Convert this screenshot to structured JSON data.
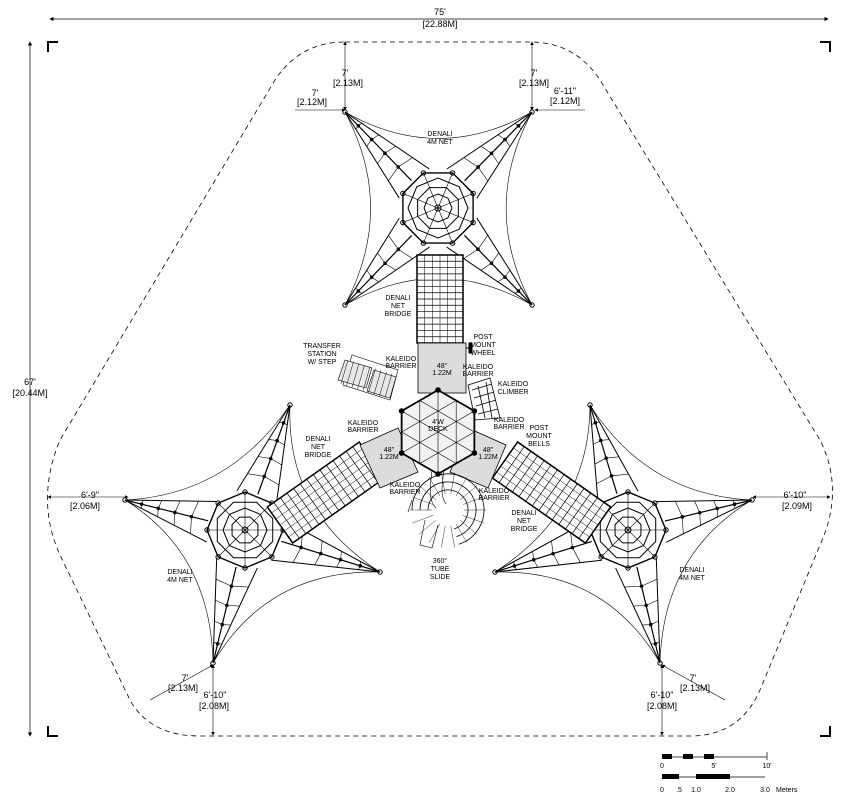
{
  "dimensions": {
    "overall_width": {
      "imperial": "75'",
      "metric": "[22.88M]"
    },
    "overall_depth": {
      "imperial": "67'",
      "metric": "[20.44M]"
    },
    "top_left": {
      "imperial": "7'",
      "metric": "[2.12M]"
    },
    "top_mid_left": {
      "imperial": "7'",
      "metric": "[2.13M]"
    },
    "top_mid_right": {
      "imperial": "7'",
      "metric": "[2.13M]"
    },
    "top_right": {
      "imperial": "6'-11\"",
      "metric": "[2.12M]"
    },
    "left": {
      "imperial": "6'-9\"",
      "metric": "[2.06M]"
    },
    "right": {
      "imperial": "6'-10\"",
      "metric": "[2.09M]"
    },
    "bottom_left_outer": {
      "imperial": "7'",
      "metric": "[2.13M]"
    },
    "bottom_left_inner": {
      "imperial": "6'-10\"",
      "metric": "[2.08M]"
    },
    "bottom_right_outer": {
      "imperial": "7'",
      "metric": "[2.13M]"
    },
    "bottom_right_inner": {
      "imperial": "6'-10\"",
      "metric": "[2.08M]"
    }
  },
  "labels": {
    "net_top": [
      "DENALI",
      "4M NET"
    ],
    "net_left": [
      "DENALI",
      "4M NET"
    ],
    "net_right": [
      "DENALI",
      "4M NET"
    ],
    "bridge_top": [
      "DENALI",
      "NET",
      "BRIDGE"
    ],
    "bridge_left": [
      "DENALI",
      "NET",
      "BRIDGE"
    ],
    "bridge_right": [
      "DENALI",
      "NET",
      "BRIDGE"
    ],
    "transfer": [
      "TRANSFER",
      "STATION",
      "W/ STEP"
    ],
    "post_wheel": [
      "POST",
      "MOUNT",
      "WHEEL"
    ],
    "post_bells": [
      "POST",
      "MOUNT",
      "BELLS"
    ],
    "climber": [
      "KALEIDO",
      "CLIMBER"
    ],
    "barrier_1": [
      "KALEIDO",
      "BARRIER"
    ],
    "barrier_2": [
      "KALEIDO",
      "BARRIER"
    ],
    "barrier_3": [
      "KALEIDO",
      "BARRIER"
    ],
    "barrier_4": [
      "KALEIDO",
      "BARRIER"
    ],
    "barrier_5": [
      "KALEIDO",
      "BARRIER"
    ],
    "barrier_6": [
      "KALEIDO",
      "BARRIER"
    ],
    "deck_top": [
      "48\"",
      "1.22M"
    ],
    "deck_left": [
      "48\"",
      "1.22M"
    ],
    "deck_right": [
      "48\"",
      "1.22M"
    ],
    "deck_center": [
      "4'W",
      "DECK"
    ],
    "slide": [
      "360°",
      "TUBE",
      "SLIDE"
    ]
  },
  "scale": {
    "feet_ticks": [
      "0",
      "5'",
      "10'"
    ],
    "meter_ticks": [
      "0",
      ".5",
      "1.0",
      "2.0",
      "3.0"
    ],
    "meter_unit": "Meters"
  }
}
